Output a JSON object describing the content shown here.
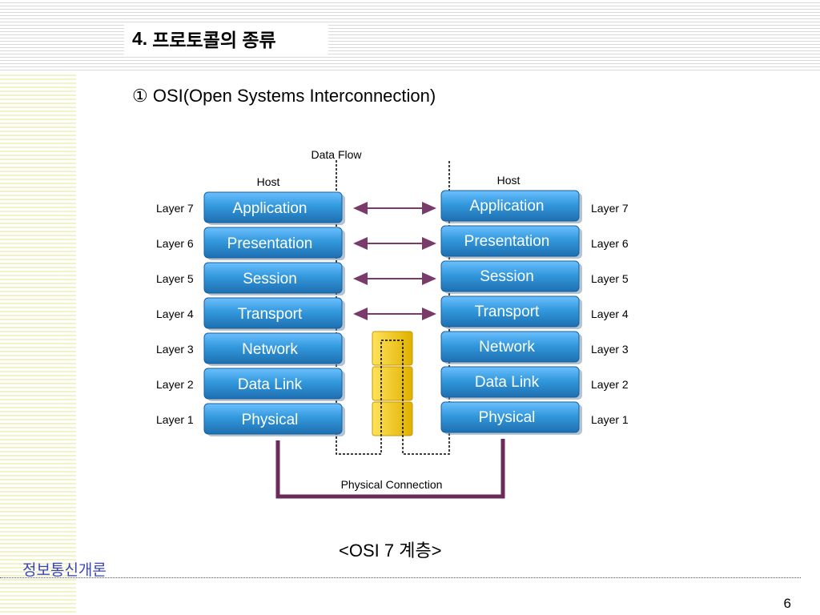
{
  "slide": {
    "title_number": "4.",
    "title_text": "프로토콜의 종류",
    "subtitle": "① OSI(Open Systems Interconnection)",
    "caption": "<OSI 7 계층>",
    "footer": "정보통신개론",
    "page_number": "6"
  },
  "diagram": {
    "data_flow_label": "Data Flow",
    "left_host_label": "Host",
    "right_host_label": "Host",
    "physical_connection_label": "Physical Connection",
    "layers": [
      {
        "name": "Application",
        "label": "Layer 7"
      },
      {
        "name": "Presentation",
        "label": "Layer 6"
      },
      {
        "name": "Session",
        "label": "Layer 5"
      },
      {
        "name": "Transport",
        "label": "Layer 4"
      },
      {
        "name": "Network",
        "label": "Layer 3"
      },
      {
        "name": "Data Link",
        "label": "Layer 2"
      },
      {
        "name": "Physical",
        "label": "Layer 1"
      }
    ],
    "colors": {
      "layer_block": "#3399dd",
      "arrow": "#7a3a6a",
      "connection": "#6a2a5a",
      "router": "#f2c400"
    }
  }
}
